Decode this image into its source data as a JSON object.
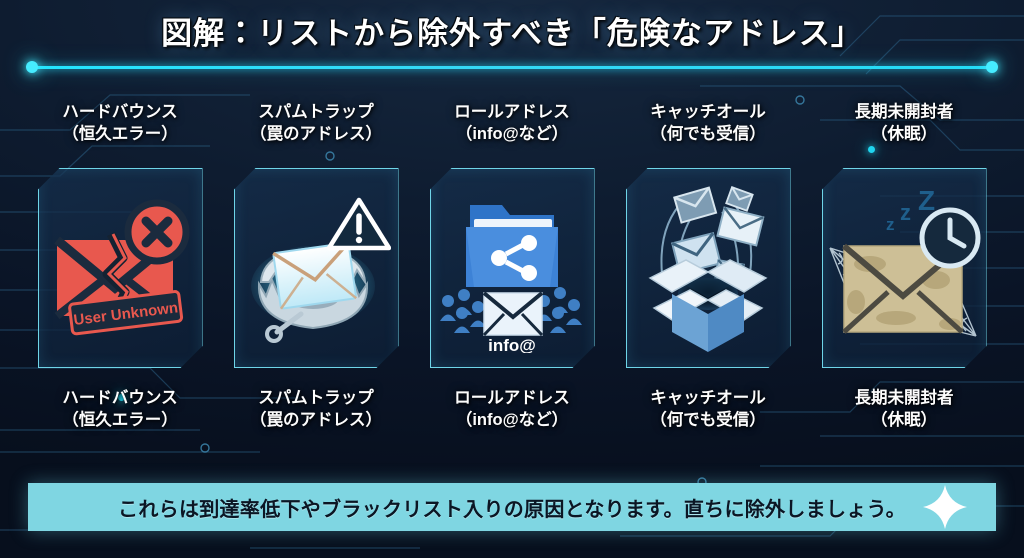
{
  "header": {
    "title": "図解：リストから除外すべき「危険なアドレス」"
  },
  "colors": {
    "background_dark": "#0a1426",
    "accent_cyan": "#46ecff",
    "card_border": "#6fd5e8",
    "banner_bg": "#7fd6e2",
    "danger_red": "#e8584e",
    "folder_blue": "#2f74c8"
  },
  "cards": [
    {
      "id": "hard-bounce",
      "label_line1": "ハードバウンス",
      "label_line2": "（恒久エラー）",
      "icon": "broken-envelope-error-icon",
      "stamp_text": "User Unknown"
    },
    {
      "id": "spam-trap",
      "label_line1": "スパムトラップ",
      "label_line2": "（罠のアドレス）",
      "icon": "bear-trap-envelope-icon",
      "stamp_text": ""
    },
    {
      "id": "role-address",
      "label_line1": "ロールアドレス",
      "label_line2": "（info@など）",
      "icon": "shared-folder-group-mail-icon",
      "stamp_text": "info@"
    },
    {
      "id": "catch-all",
      "label_line1": "キャッチオール",
      "label_line2": "（何でも受信）",
      "icon": "open-box-void-mail-icon",
      "stamp_text": ""
    },
    {
      "id": "long-term-unopened",
      "label_line1": "長期未開封者",
      "label_line2": "（休眠）",
      "icon": "dusty-cobweb-envelope-clock-icon",
      "stamp_text": "zzZ"
    }
  ],
  "footer": {
    "banner_text": "これらは到達率低下やブラックリスト入りの原因となります。直ちに除外しましょう。",
    "sparkle_icon": "sparkle-icon"
  }
}
